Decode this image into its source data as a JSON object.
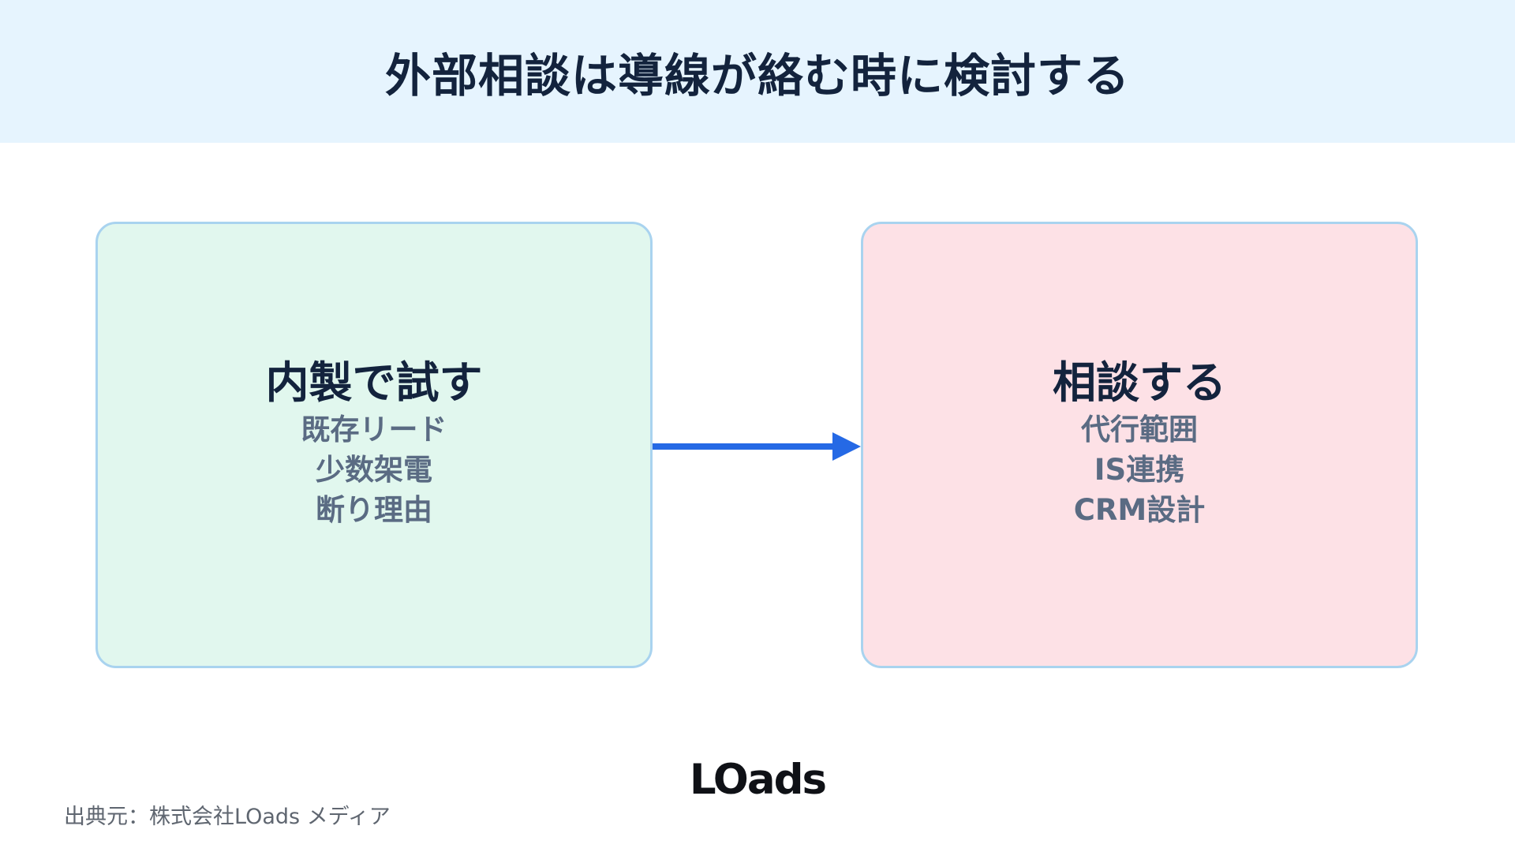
{
  "header": {
    "title": "外部相談は導線が絡む時に検討する"
  },
  "left_box": {
    "title": "内製で試す",
    "items": [
      "既存リード",
      "少数架電",
      "断り理由"
    ],
    "background_color": "#e1f7ee"
  },
  "right_box": {
    "title": "相談する",
    "items": [
      "代行範囲",
      "IS連携",
      "CRM設計"
    ],
    "background_color": "#fde1e6"
  },
  "arrow": {
    "icon": "arrow-right-icon",
    "color": "#2569e5"
  },
  "brand": {
    "logo_text": "LOads"
  },
  "footer": {
    "credit": "出典元：株式会社LOads メディア"
  },
  "colors": {
    "header_background": "#e6f4fe",
    "box_border": "#a9d3ef",
    "title_text": "#13233d",
    "item_text": "#5a6b83"
  }
}
